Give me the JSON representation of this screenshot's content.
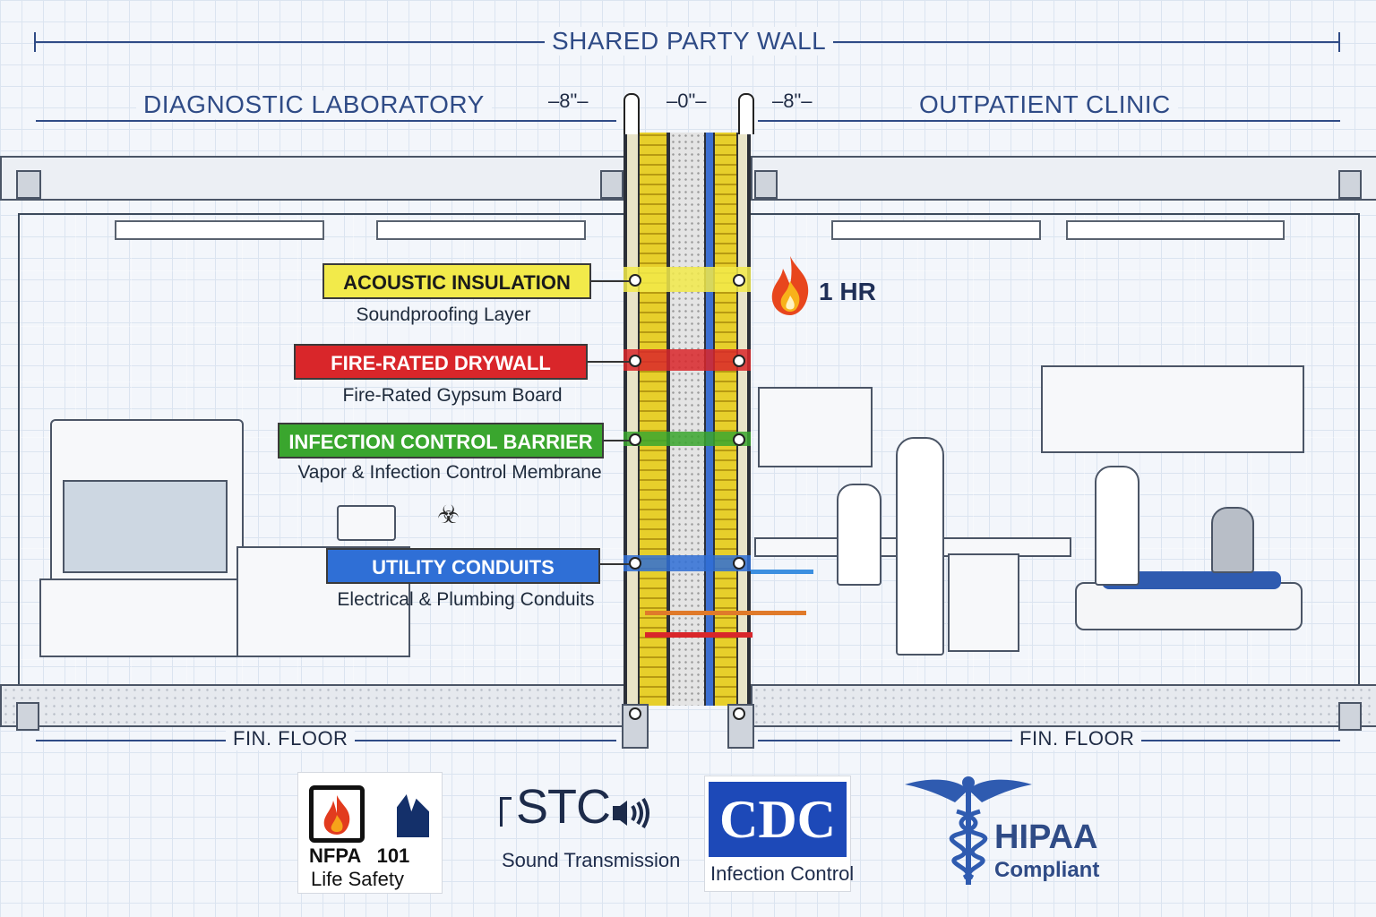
{
  "header": {
    "title": "SHARED PARTY WALL"
  },
  "rooms": {
    "left": "DIAGNOSTIC LABORATORY",
    "right": "OUTPATIENT CLINIC"
  },
  "dimensions": {
    "left": "8\"",
    "center": "0\"",
    "right": "8\""
  },
  "fire_rating": "1 HR",
  "layers": [
    {
      "label": "ACOUSTIC INSULATION",
      "sub": "Soundproofing Layer",
      "color": "#f2ea4a",
      "text_color": "#1b1b1b"
    },
    {
      "label": "FIRE-RATED DRYWALL",
      "sub": "Fire-Rated Gypsum Board",
      "color": "#d9262a",
      "text_color": "#ffffff"
    },
    {
      "label": "INFECTION CONTROL BARRIER",
      "sub": "Vapor & Infection Control Membrane",
      "color": "#3aa62e",
      "text_color": "#ffffff"
    },
    {
      "label": "UTILITY CONDUITS",
      "sub": "Electrical & Plumbing Conduits",
      "color": "#2f6fd6",
      "text_color": "#ffffff"
    }
  ],
  "floor": {
    "left": "FIN. FLOOR",
    "right": "FIN. FLOOR"
  },
  "logos": [
    {
      "name": "NFPA 101",
      "line1": "NFPA",
      "line1b": "101",
      "line2": "Life Safety"
    },
    {
      "name": "STC",
      "line1": "STC",
      "line2": "Sound Transmission"
    },
    {
      "name": "CDC",
      "line1": "CDC",
      "line2": "Infection Control"
    },
    {
      "name": "HIPAA",
      "line1": "HIPAA",
      "line2": "Compliant"
    }
  ]
}
